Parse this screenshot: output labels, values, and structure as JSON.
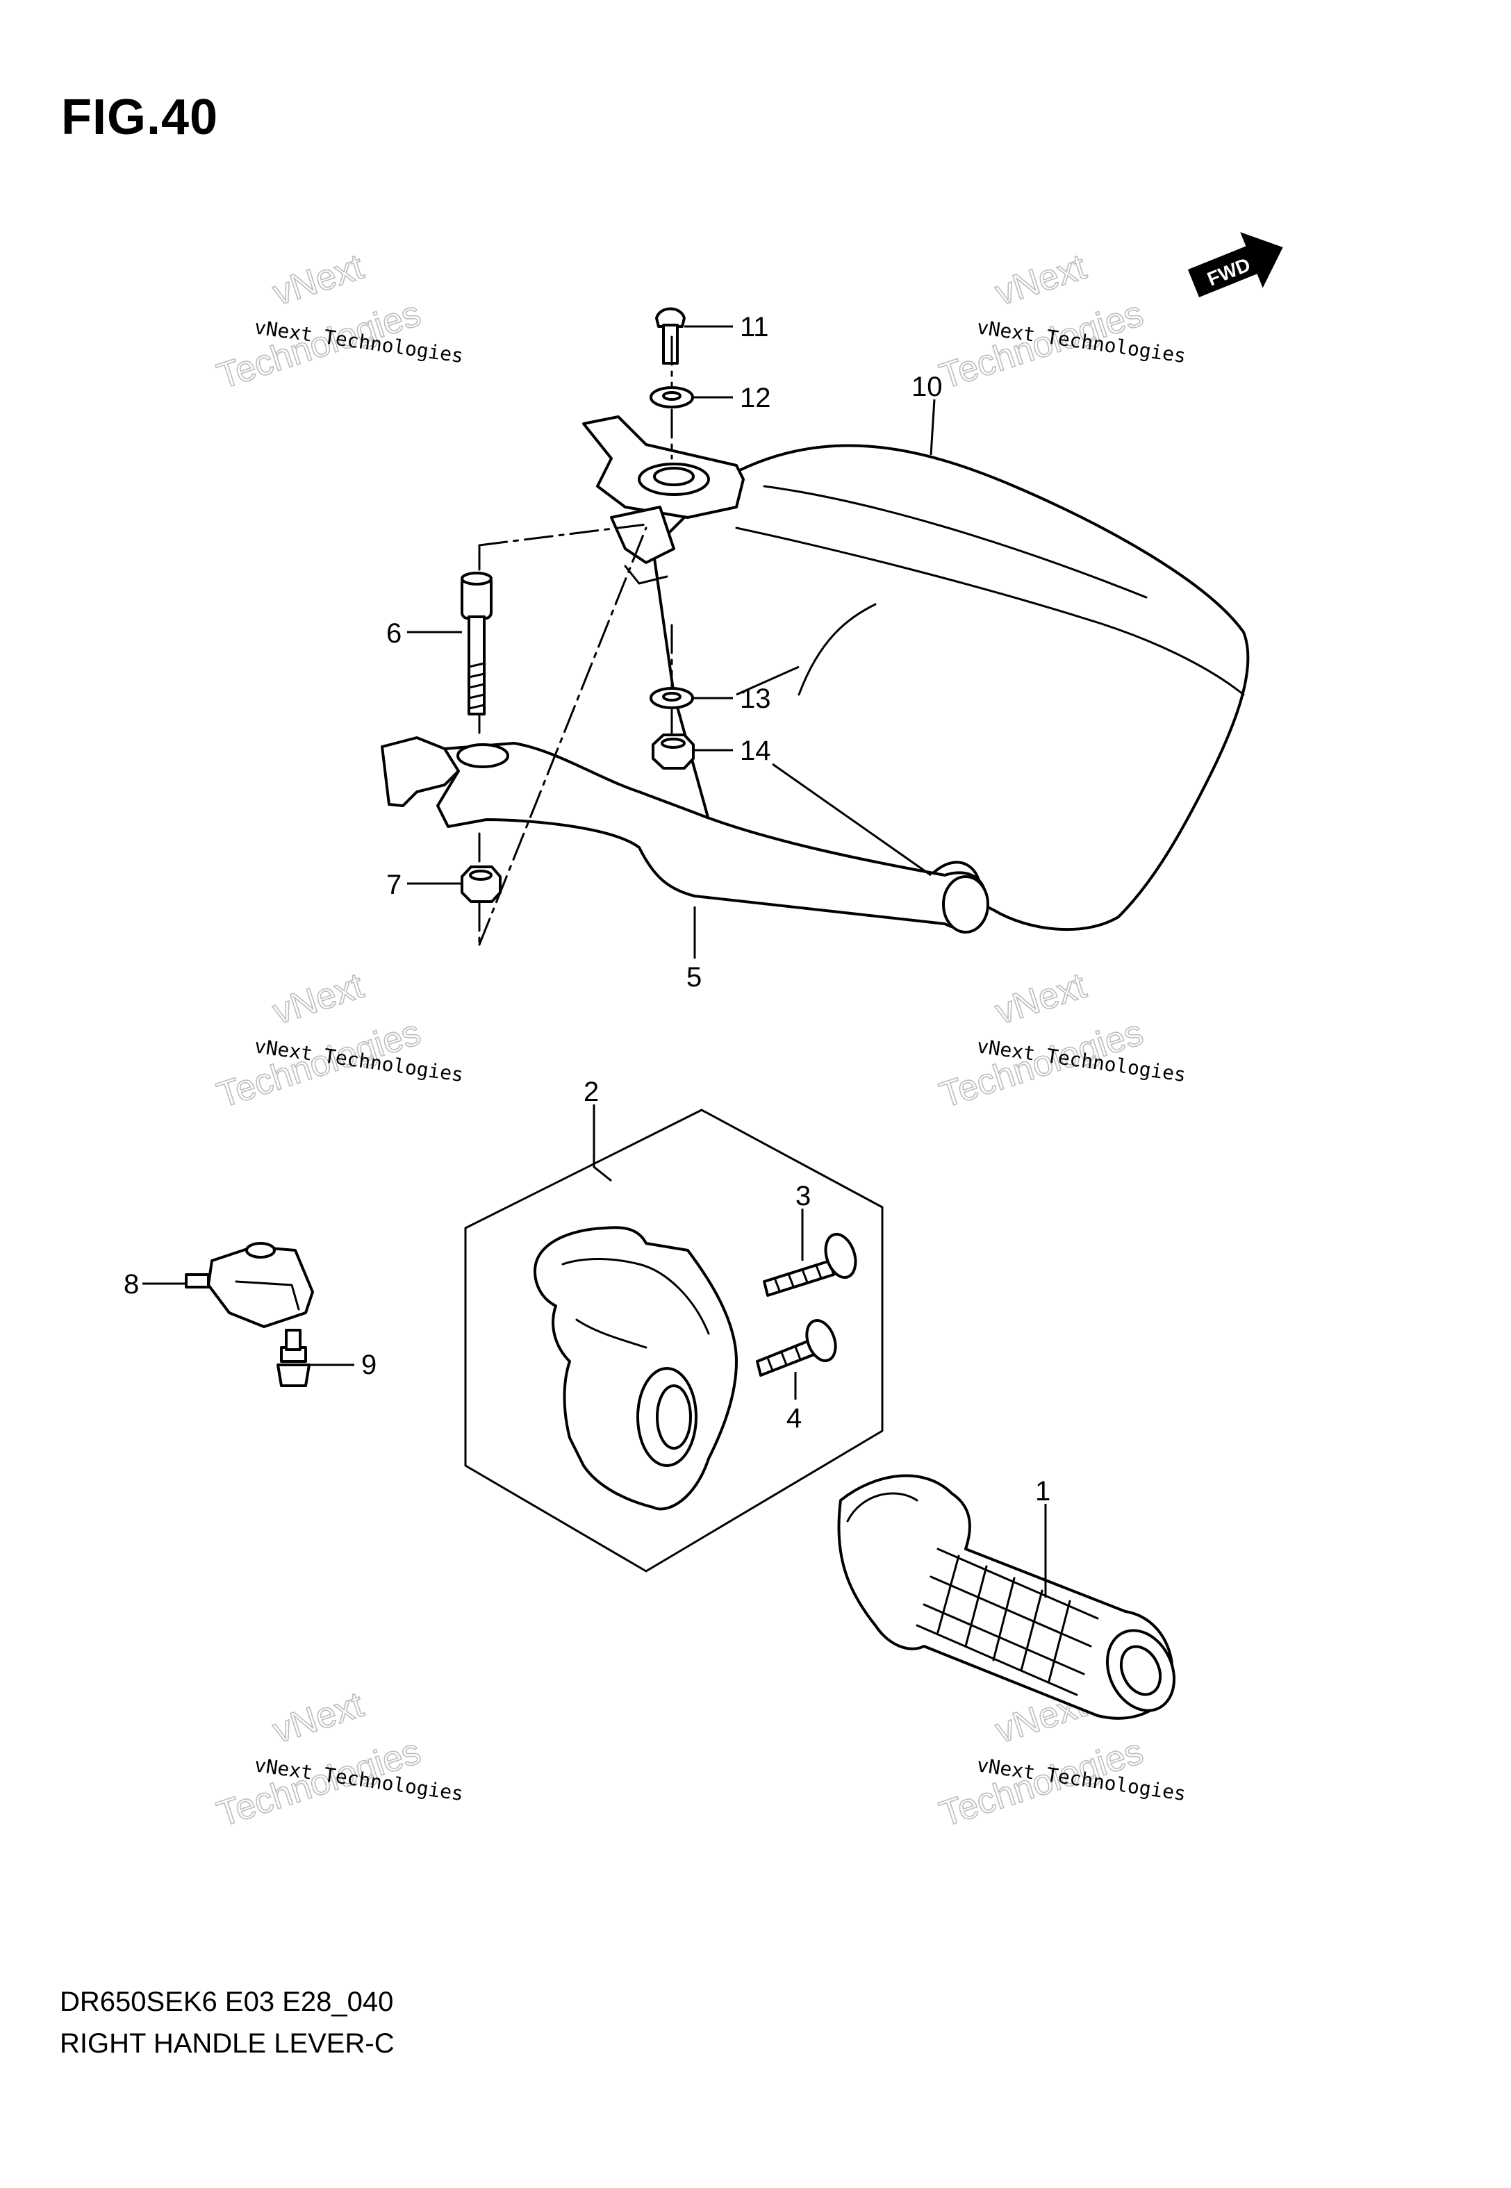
{
  "figure": {
    "title": "FIG.40"
  },
  "footer": {
    "model_code": "DR650SEK6 E03 E28_040",
    "diagram_name": "RIGHT HANDLE LEVER-C"
  },
  "fwd_badge": {
    "label": "FWD"
  },
  "watermark": {
    "line1": "vNext Technologies",
    "line2": "vNext",
    "line3": "Technologies"
  },
  "callouts": [
    "1",
    "2",
    "3",
    "4",
    "5",
    "6",
    "7",
    "8",
    "9",
    "10",
    "11",
    "12",
    "13",
    "14"
  ]
}
